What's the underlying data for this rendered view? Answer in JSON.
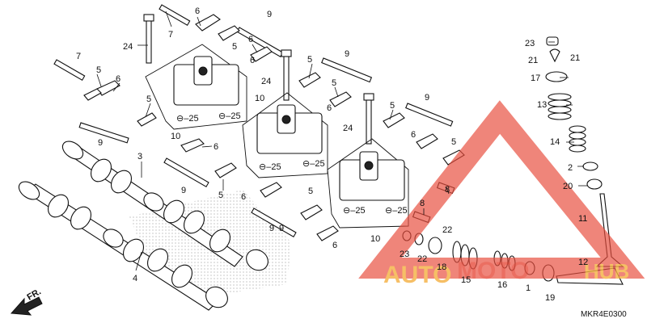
{
  "diagram": {
    "code": "MKR4E0300",
    "direction_label": "FR.",
    "callouts": [
      {
        "id": "c7a",
        "text": "7"
      },
      {
        "id": "c6a",
        "text": "6"
      },
      {
        "id": "c9a",
        "text": "9"
      },
      {
        "id": "c24a",
        "text": "24"
      },
      {
        "id": "c6b",
        "text": "6"
      },
      {
        "id": "c5a",
        "text": "5"
      },
      {
        "id": "c7b",
        "text": "7"
      },
      {
        "id": "c5b",
        "text": "5"
      },
      {
        "id": "c6c",
        "text": "6"
      },
      {
        "id": "c5c",
        "text": "5"
      },
      {
        "id": "c9b",
        "text": "9"
      },
      {
        "id": "c10a",
        "text": "10"
      },
      {
        "id": "c25a",
        "text": "⊖–25"
      },
      {
        "id": "c25b",
        "text": "⊖–25"
      },
      {
        "id": "c6d",
        "text": "6"
      },
      {
        "id": "c5d",
        "text": "5"
      },
      {
        "id": "c24b",
        "text": "24"
      },
      {
        "id": "c5e",
        "text": "5"
      },
      {
        "id": "c9c",
        "text": "9"
      },
      {
        "id": "c6e",
        "text": "6"
      },
      {
        "id": "c10b",
        "text": "10"
      },
      {
        "id": "c25c",
        "text": "⊖–25"
      },
      {
        "id": "c25d",
        "text": "⊖–25"
      },
      {
        "id": "c9d",
        "text": "9"
      },
      {
        "id": "c24c",
        "text": "24"
      },
      {
        "id": "c5f",
        "text": "5"
      },
      {
        "id": "c6f",
        "text": "6"
      },
      {
        "id": "c5g",
        "text": "5"
      },
      {
        "id": "c3",
        "text": "3"
      },
      {
        "id": "c9e",
        "text": "9"
      },
      {
        "id": "c6g",
        "text": "6"
      },
      {
        "id": "c9f",
        "text": "9"
      },
      {
        "id": "c5h",
        "text": "5"
      },
      {
        "id": "c6h",
        "text": "6"
      },
      {
        "id": "c9g",
        "text": "9"
      },
      {
        "id": "c5i",
        "text": "5"
      },
      {
        "id": "c6i",
        "text": "6"
      },
      {
        "id": "c25e",
        "text": "⊖–25"
      },
      {
        "id": "c25f",
        "text": "⊖–25"
      },
      {
        "id": "c10c",
        "text": "10"
      },
      {
        "id": "c4",
        "text": "4"
      },
      {
        "id": "c8a",
        "text": "8"
      },
      {
        "id": "c8b",
        "text": "8"
      },
      {
        "id": "c23a",
        "text": "23"
      },
      {
        "id": "c22a",
        "text": "22"
      },
      {
        "id": "c22b",
        "text": "22"
      },
      {
        "id": "c18",
        "text": "18"
      },
      {
        "id": "c15",
        "text": "15"
      },
      {
        "id": "c16",
        "text": "16"
      },
      {
        "id": "c1",
        "text": "1"
      },
      {
        "id": "c19",
        "text": "19"
      },
      {
        "id": "c12",
        "text": "12"
      },
      {
        "id": "c11",
        "text": "11"
      },
      {
        "id": "c20",
        "text": "20"
      },
      {
        "id": "c2",
        "text": "2"
      },
      {
        "id": "c14",
        "text": "14"
      },
      {
        "id": "c13",
        "text": "13"
      },
      {
        "id": "c17",
        "text": "17"
      },
      {
        "id": "c21a",
        "text": "21"
      },
      {
        "id": "c21b",
        "text": "21"
      },
      {
        "id": "c23b",
        "text": "23"
      }
    ]
  },
  "watermark": {
    "word_a": "AUTO",
    "word_b": "MOTO",
    "word_c": "HUB",
    "colors": {
      "primary": "#f5b041",
      "secondary": "#e74c3c"
    }
  }
}
